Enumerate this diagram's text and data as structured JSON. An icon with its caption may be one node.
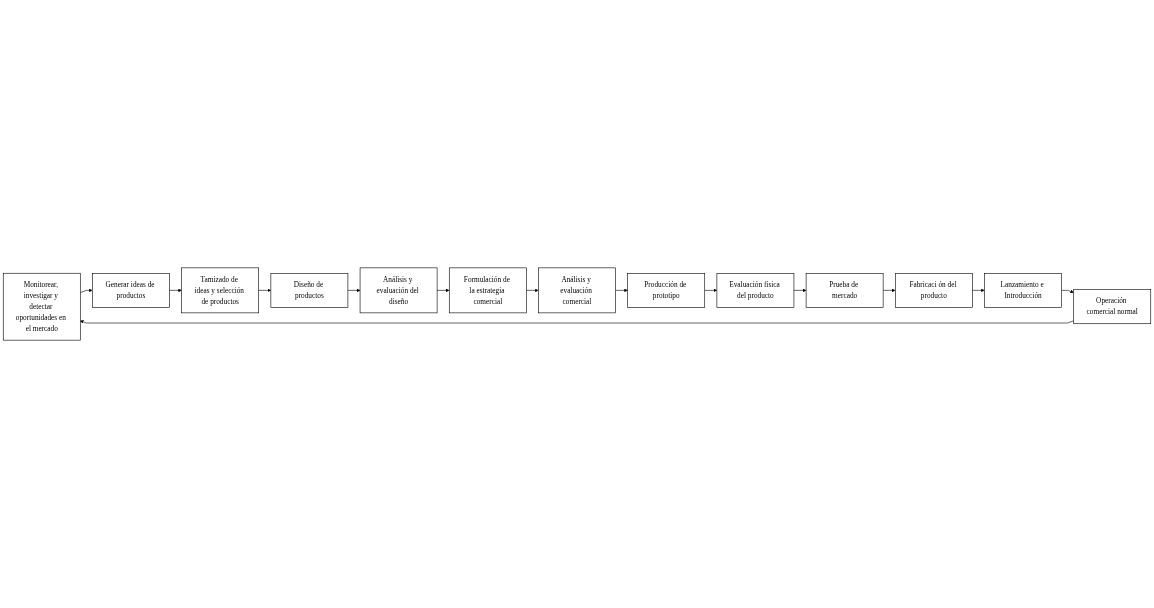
{
  "diagram": {
    "nodes": [
      {
        "text": [
          "Monitorear, investigar y detectar oportunidades en el mercado"
        ]
      },
      {
        "text": [
          "Generar ideas de productos"
        ]
      },
      {
        "text": [
          "Tamizado de ideas y selección de productos"
        ]
      },
      {
        "text": [
          "Diseño de productos"
        ]
      },
      {
        "text": [
          "Análisis y evaluación del diseño"
        ]
      },
      {
        "text": [
          "Formulación de la estrategia comercial"
        ]
      },
      {
        "text": [
          "Análisis y evaluación comercial"
        ]
      },
      {
        "text": [
          "Producción de prototipo"
        ]
      },
      {
        "text": [
          "Evaluación física del producto"
        ]
      },
      {
        "text": [
          "Prueba de mercado"
        ]
      },
      {
        "text": [
          "Fabricaci ón del producto"
        ]
      },
      {
        "text": [
          "Lanzamiento e Introducción"
        ]
      },
      {
        "text": [
          "Operación comercial normal"
        ]
      }
    ],
    "edges": [
      {
        "from": 0,
        "to": 1,
        "arrow": "to"
      },
      {
        "from": 1,
        "to": 2,
        "arrow": "to"
      },
      {
        "from": 2,
        "to": 3,
        "arrow": "to"
      },
      {
        "from": 3,
        "to": 4,
        "arrow": "to"
      },
      {
        "from": 4,
        "to": 5,
        "arrow": "to"
      },
      {
        "from": 5,
        "to": 6,
        "arrow": "to"
      },
      {
        "from": 6,
        "to": 7,
        "arrow": "to"
      },
      {
        "from": 7,
        "to": 8,
        "arrow": "to"
      },
      {
        "from": 8,
        "to": 9,
        "arrow": "to"
      },
      {
        "from": 9,
        "to": 10,
        "arrow": "to"
      },
      {
        "from": 10,
        "to": 11,
        "arrow": "to"
      },
      {
        "from": 11,
        "to": 12,
        "arrow": "to"
      },
      {
        "from": 12,
        "to": 0,
        "arrow": "to"
      }
    ]
  }
}
